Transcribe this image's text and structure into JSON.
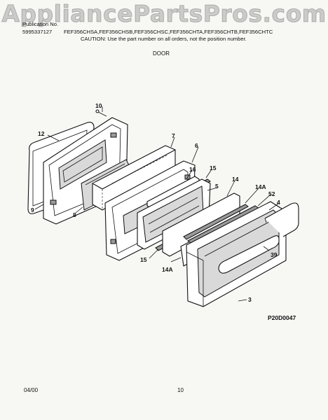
{
  "watermark": "AppliancePartsPros.com",
  "header": {
    "publication_label": "Publication No.",
    "publication_no": "5995337127",
    "models": "FEF356CHSA,FEF356CHSB,FEF356CHSC,FEF356CHTA,FEF356CHTB,FEF356CHTC",
    "caution": "CAUTION:  Use the part number on all orders, not the position number.",
    "section_title": "DOOR"
  },
  "diagram": {
    "code": "P20D0047",
    "callouts": [
      "10",
      "12",
      "7",
      "6",
      "16",
      "15",
      "5",
      "14",
      "14A",
      "52",
      "4",
      "9",
      "8",
      "39",
      "15",
      "14A",
      "3"
    ]
  },
  "footer": {
    "date": "04/00",
    "page": "10"
  }
}
